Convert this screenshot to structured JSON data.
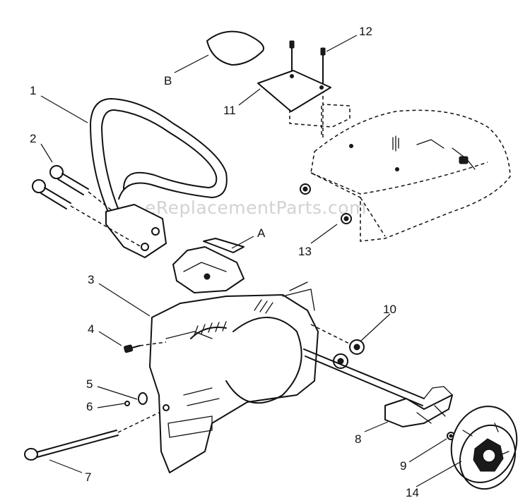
{
  "watermark": "eReplacementParts.com",
  "labels": {
    "part_1": "1",
    "part_2": "2",
    "part_3": "3",
    "part_4": "4",
    "part_5": "5",
    "part_6": "6",
    "part_7": "7",
    "part_8": "8",
    "part_9": "9",
    "part_10": "10",
    "part_11": "11",
    "part_12": "12",
    "part_13": "13",
    "part_14": "14",
    "ref_A": "A",
    "ref_B": "B"
  }
}
